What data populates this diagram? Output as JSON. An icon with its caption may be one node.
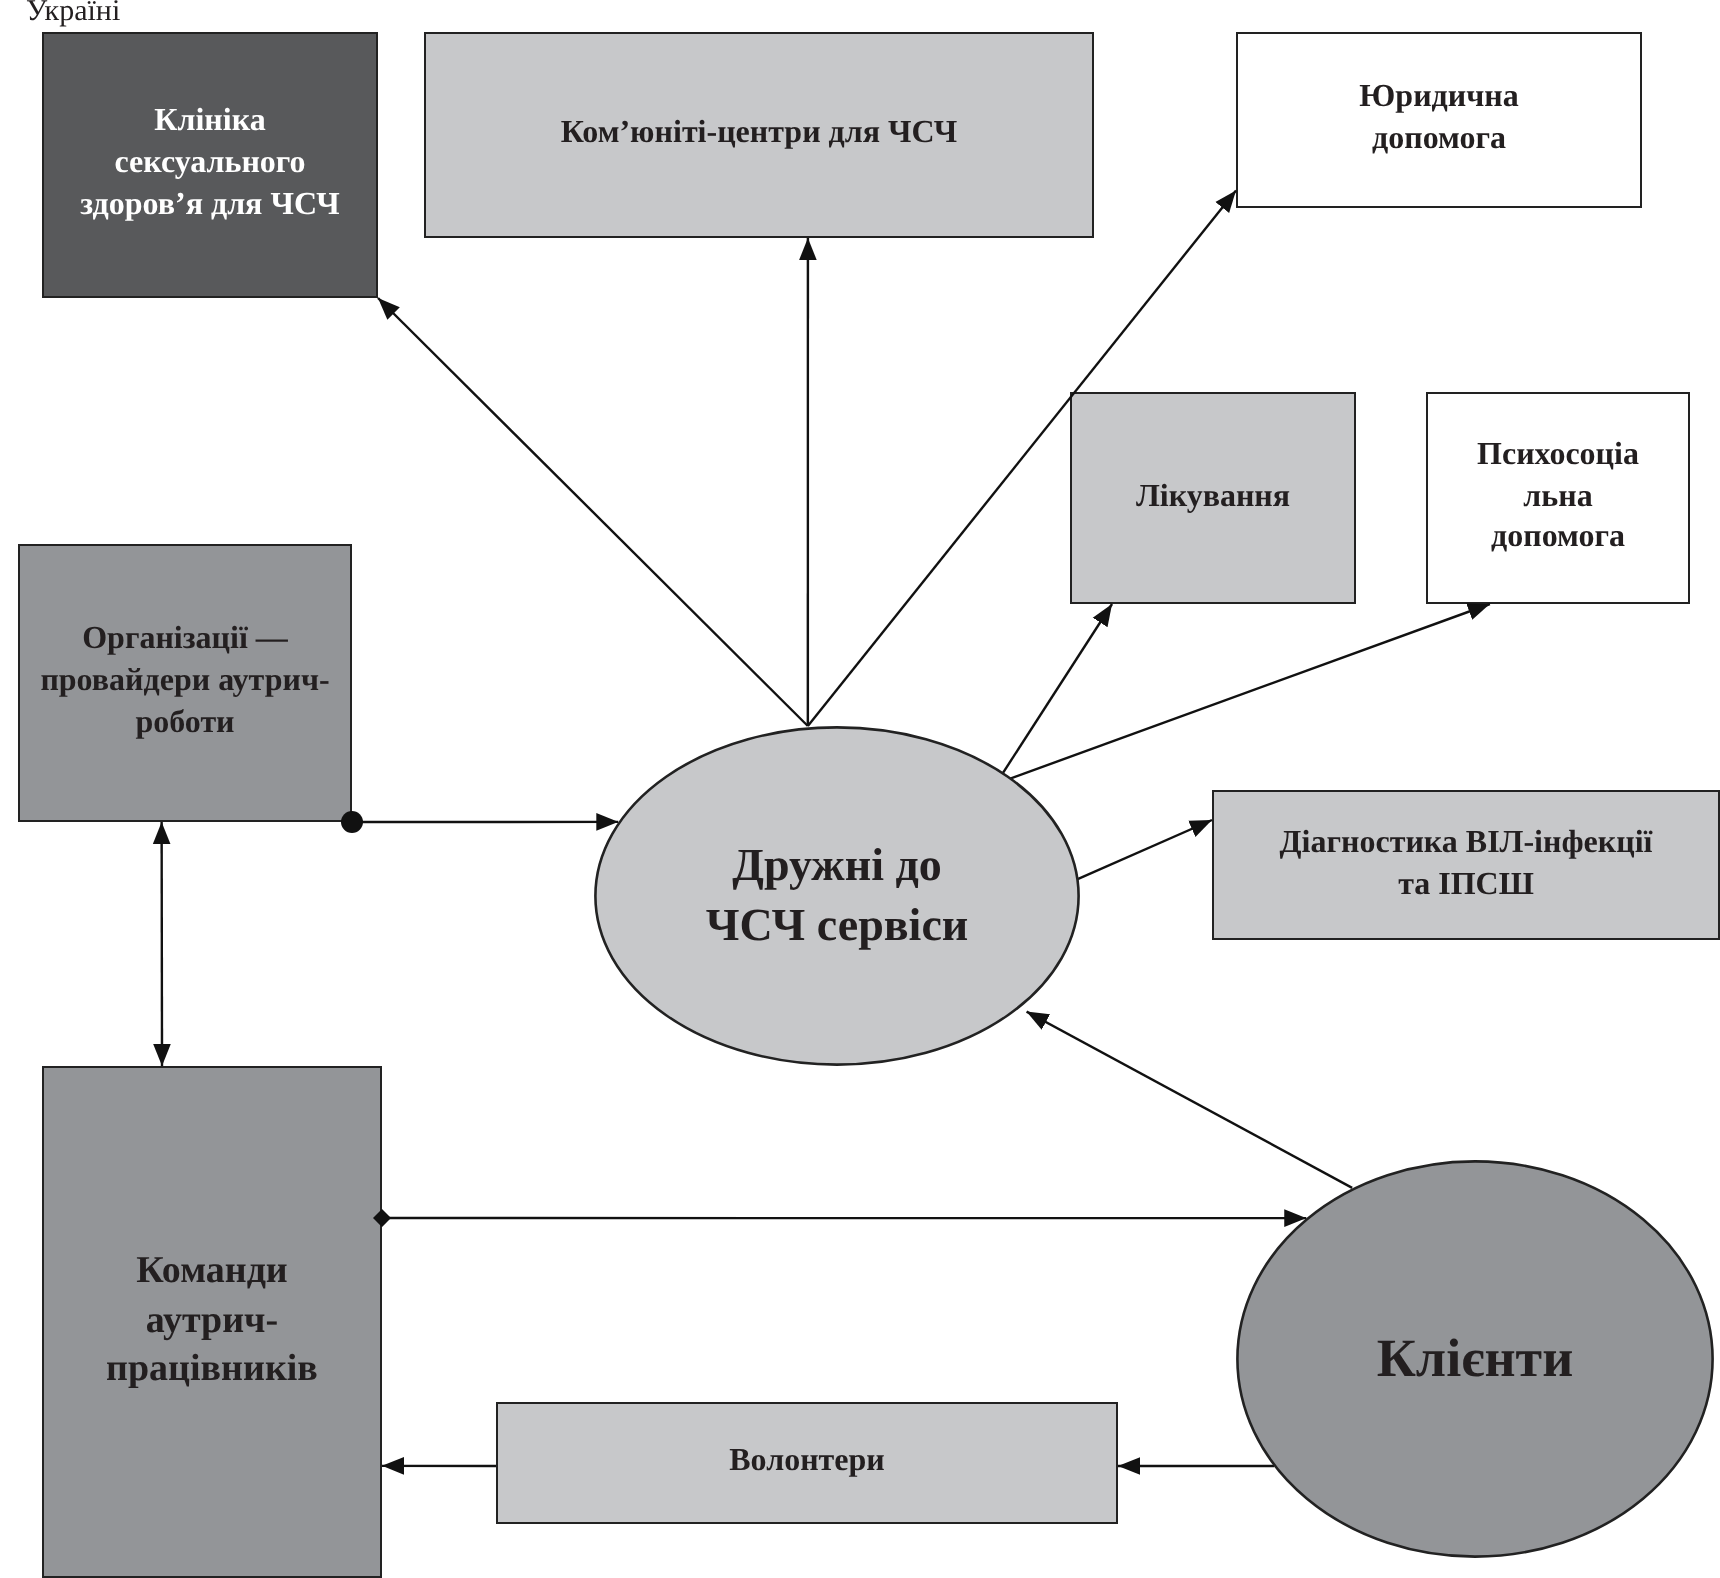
{
  "diagram": {
    "nodes": [
      {
        "text": [
          "Клініка сексуального здоров’я для ЧСЧ"
        ]
      },
      {
        "text": [
          "Ком’юніті-центри для ЧСЧ"
        ]
      },
      {
        "text": [
          "Юридична допомога"
        ]
      },
      {
        "text": [
          "Лікування"
        ]
      },
      {
        "text": [
          "Психосоціа льна допомога"
        ]
      },
      {
        "text": [
          "Організації — провайдери аутрич-роботи"
        ]
      },
      {
        "text": [
          "Дружні до ЧСЧ сервіси"
        ]
      },
      {
        "text": [
          "Діагностика ВІЛ-інфекції та ІПСШ"
        ]
      },
      {
        "text": [
          "Команди аутрич-працівників"
        ]
      },
      {
        "text": [
          "Клієнти"
        ]
      },
      {
        "text": [
          "Волонтери"
        ]
      }
    ],
    "edges": [
      {
        "from": 6,
        "to": 0,
        "arrow": "to"
      },
      {
        "from": 6,
        "to": 1,
        "arrow": "to"
      },
      {
        "from": 6,
        "to": 2,
        "arrow": "to"
      },
      {
        "from": 6,
        "to": 3,
        "arrow": "to"
      },
      {
        "from": 6,
        "to": 4,
        "arrow": "to"
      },
      {
        "from": 6,
        "to": 7,
        "arrow": "to"
      },
      {
        "from": 9,
        "to": 6,
        "arrow": "to"
      },
      {
        "from": 5,
        "to": 8,
        "arrow": "both"
      },
      {
        "from": 5,
        "to": 6,
        "arrow": "to"
      },
      {
        "from": 8,
        "to": 9,
        "arrow": "to"
      },
      {
        "from": 9,
        "to": 10,
        "arrow": "to"
      },
      {
        "from": 10,
        "to": 8,
        "arrow": "to"
      }
    ],
    "labels": [
      "Україні"
    ]
  }
}
